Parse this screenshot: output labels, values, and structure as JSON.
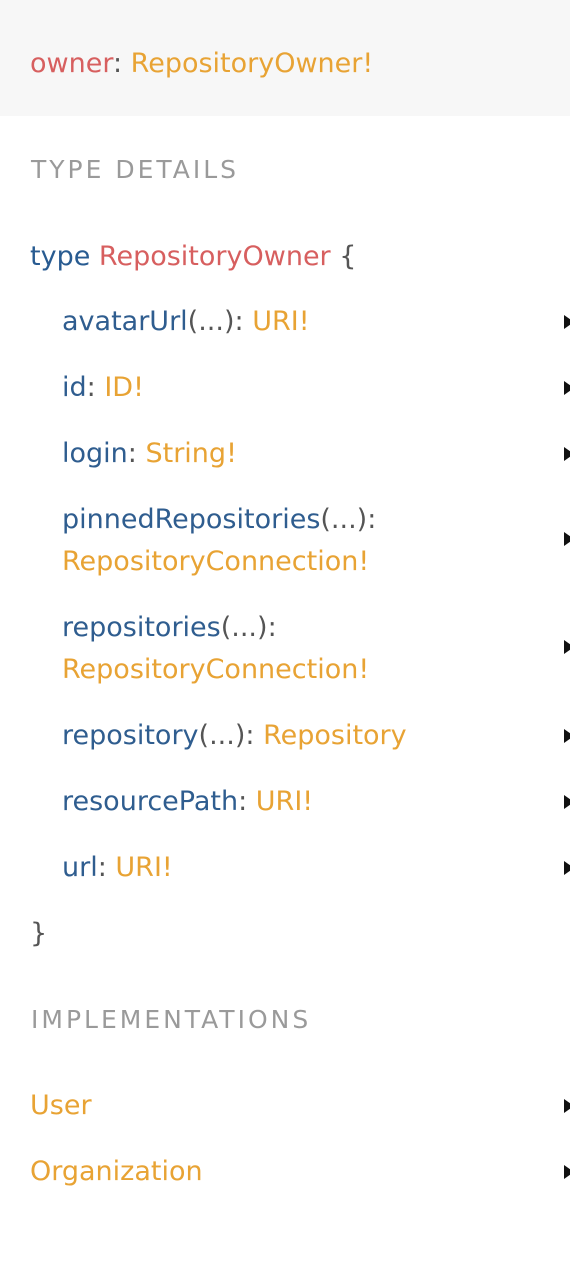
{
  "header": {
    "field_name": "owner",
    "colon": ":",
    "type_name": "RepositoryOwner!"
  },
  "type_details": {
    "title": "TYPE DETAILS",
    "keyword": "type",
    "type_name": "RepositoryOwner",
    "open_brace": "{",
    "close_brace": "}",
    "fields": [
      {
        "name": "avatarUrl",
        "args": "(...)",
        "colon": ":",
        "type": "URI!"
      },
      {
        "name": "id",
        "args": "",
        "colon": ":",
        "type": "ID!"
      },
      {
        "name": "login",
        "args": "",
        "colon": ":",
        "type": "String!"
      },
      {
        "name": "pinnedRepositories",
        "args": "(...)",
        "colon": ":",
        "type": "RepositoryConnection!"
      },
      {
        "name": "repositories",
        "args": "(...)",
        "colon": ":",
        "type": "RepositoryConnection!"
      },
      {
        "name": "repository",
        "args": "(...)",
        "colon": ":",
        "type": "Repository"
      },
      {
        "name": "resourcePath",
        "args": "",
        "colon": ":",
        "type": "URI!"
      },
      {
        "name": "url",
        "args": "",
        "colon": ":",
        "type": "URI!"
      }
    ]
  },
  "implementations": {
    "title": "IMPLEMENTATIONS",
    "items": [
      "User",
      "Organization"
    ]
  },
  "colors": {
    "field_name": "#d75f5f",
    "type_name": "#e8a334",
    "keyword": "#285b91",
    "section_title": "#9a9a9a",
    "header_bg": "#f7f7f7"
  }
}
